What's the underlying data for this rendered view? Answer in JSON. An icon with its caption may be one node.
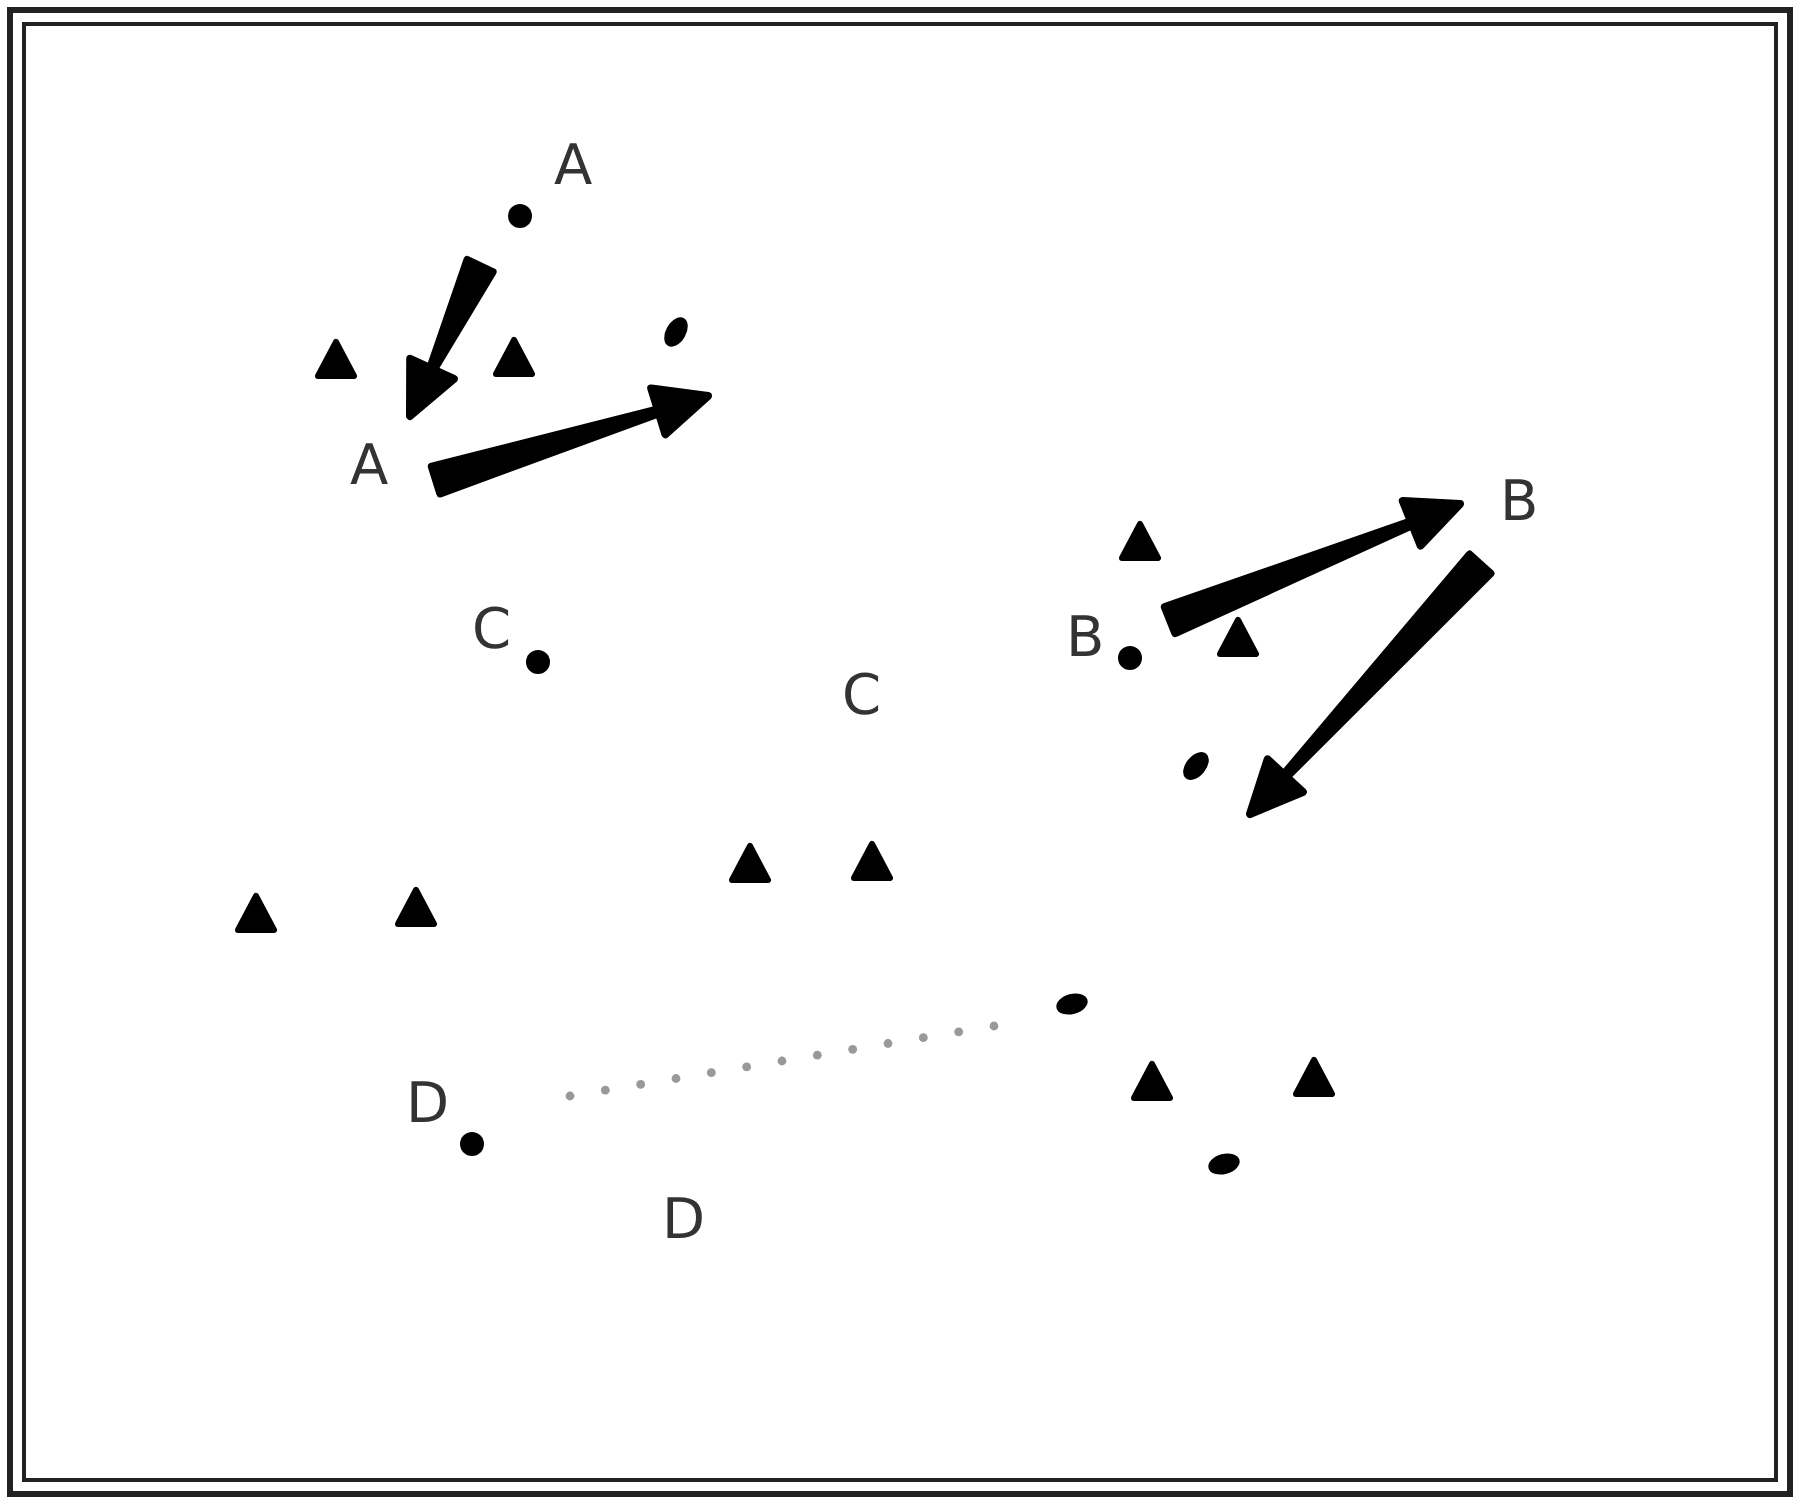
{
  "diagram": {
    "labels": [
      "A",
      "A",
      "B",
      "C",
      "B",
      "C",
      "D",
      "D"
    ]
  }
}
